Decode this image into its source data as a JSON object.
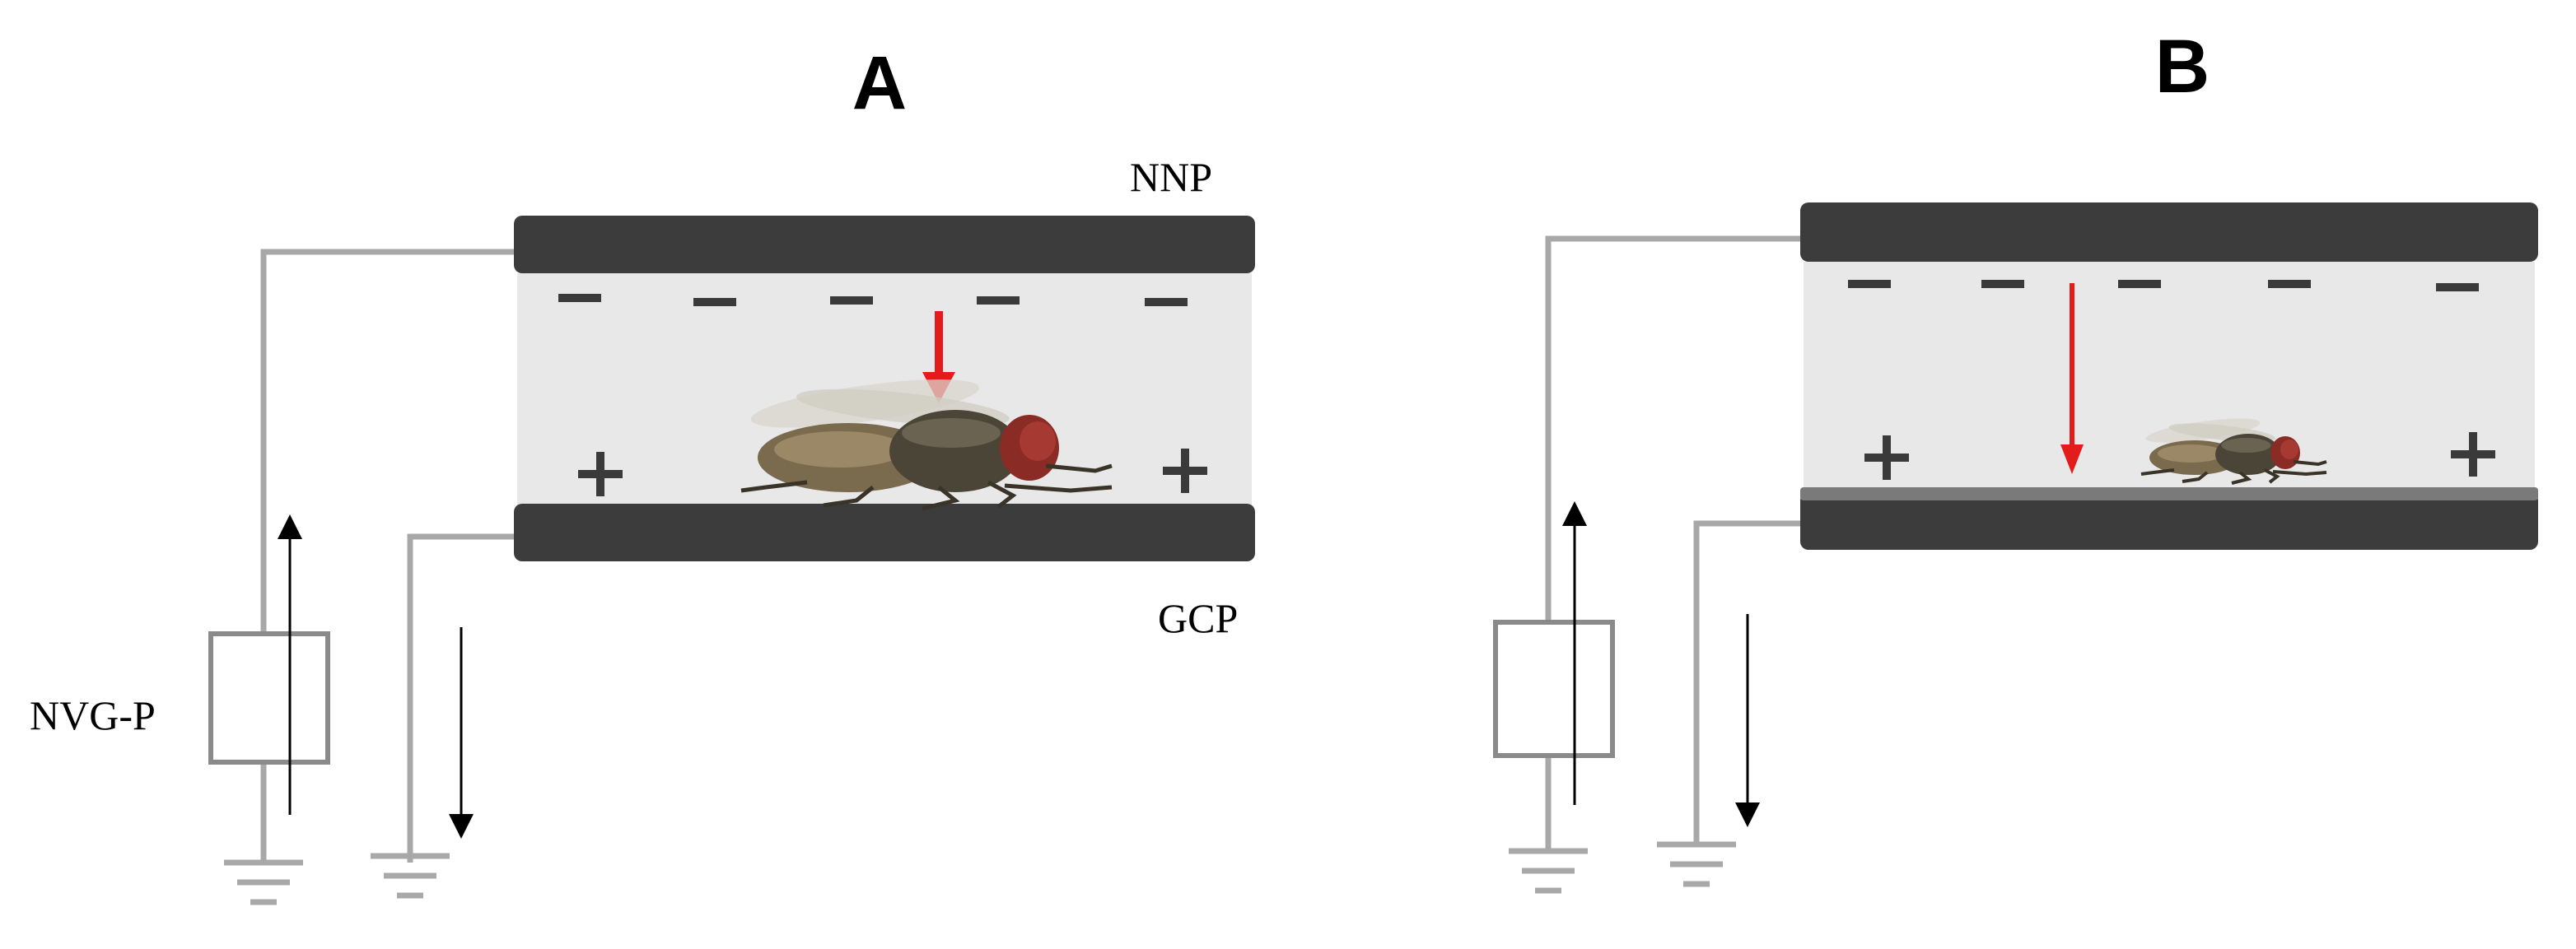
{
  "panels": [
    {
      "id": "A",
      "title": "A",
      "top_plate_label": "NNP",
      "bottom_plate_label": "GCP",
      "source_label": "NVG-P"
    },
    {
      "id": "B",
      "title": "B"
    }
  ],
  "charges": {
    "negative_symbol": "−",
    "positive_symbol": "+"
  },
  "colors": {
    "plate": "#3c3c3c",
    "gap": "#e8e8e8",
    "wire": "#a8a8a8",
    "force_arrow": "#e31b1b",
    "current_arrow": "#000000"
  },
  "icons": [
    "housefly-icon",
    "ground-symbol-icon",
    "power-supply-box-icon"
  ]
}
